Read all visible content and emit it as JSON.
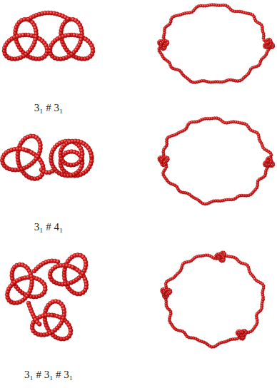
{
  "diagram": {
    "labels": [
      "3₁ # 3₁",
      "3₁ # 4₁",
      "3₁ # 3₁ # 3₁"
    ]
  }
}
